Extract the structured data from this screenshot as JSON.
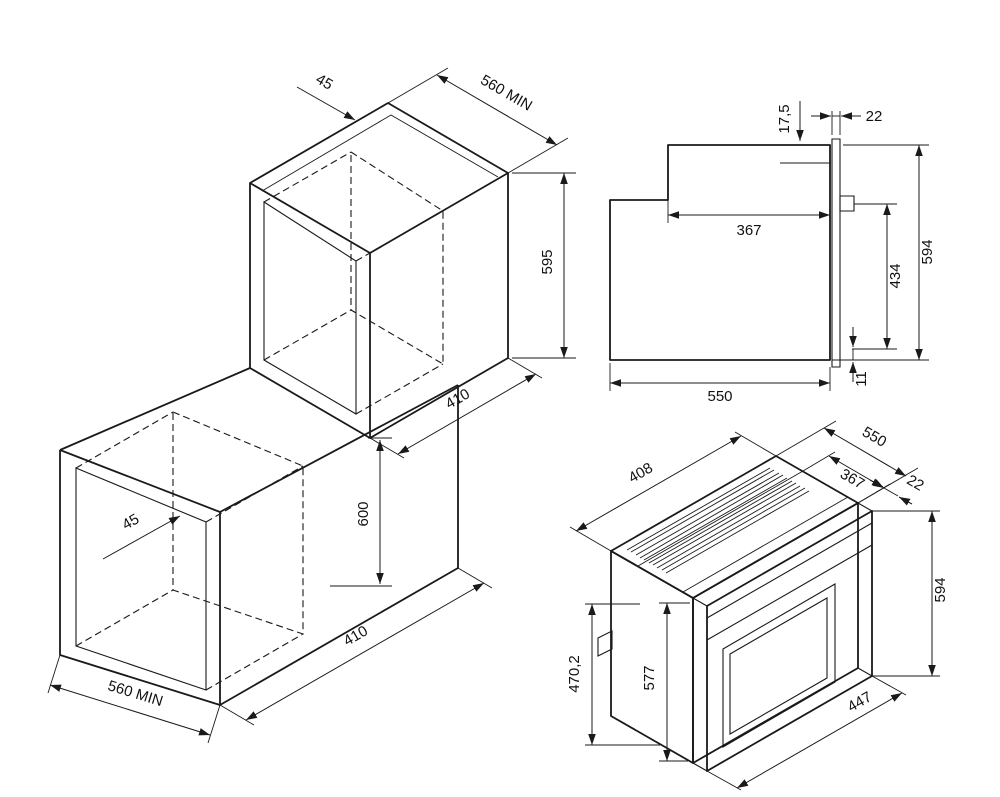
{
  "niche": {
    "upper_gap": "45",
    "upper_depth_min": "560 MIN",
    "upper_height": "595",
    "upper_width": "410",
    "lower_height": "600",
    "lower_gap": "45",
    "lower_width": "410",
    "lower_depth_min": "560 MIN"
  },
  "side_view": {
    "top_clearance": "17,5",
    "door_thickness": "22",
    "recess_depth": "367",
    "bracket_height": "434",
    "height": "594",
    "base_offset": "11",
    "depth": "550"
  },
  "oven": {
    "top_width": "408",
    "depth": "550",
    "recess_depth": "367",
    "door_thickness": "22",
    "height": "594",
    "cavity_height": "470,2",
    "front_height": "577",
    "base_depth": "447"
  }
}
